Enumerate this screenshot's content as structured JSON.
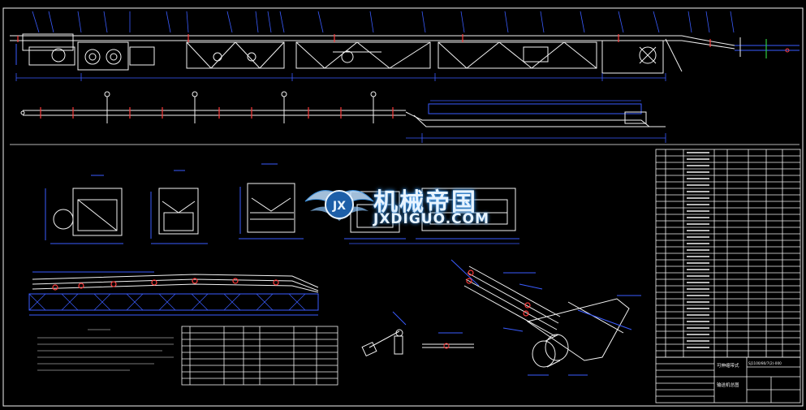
{
  "drawing": {
    "background": "#000000",
    "line_colors": {
      "primary": "#f2f2f2",
      "dimension": "#3a5cff",
      "accent_red": "#ff3a3a",
      "accent_green": "#2ecc40",
      "cyan": "#3fd6ff"
    }
  },
  "watermark": {
    "logo_letters": "JX",
    "title_cn": "机械帝国",
    "site": "JXDIGUO.COM"
  },
  "title_block": {
    "drawing_name_line1": "可伸缩带式",
    "drawing_name_line2": "输送机总图",
    "drawing_code": "SJ1100/80/7(2)-000"
  },
  "parts_list": {
    "row_count": 32
  }
}
